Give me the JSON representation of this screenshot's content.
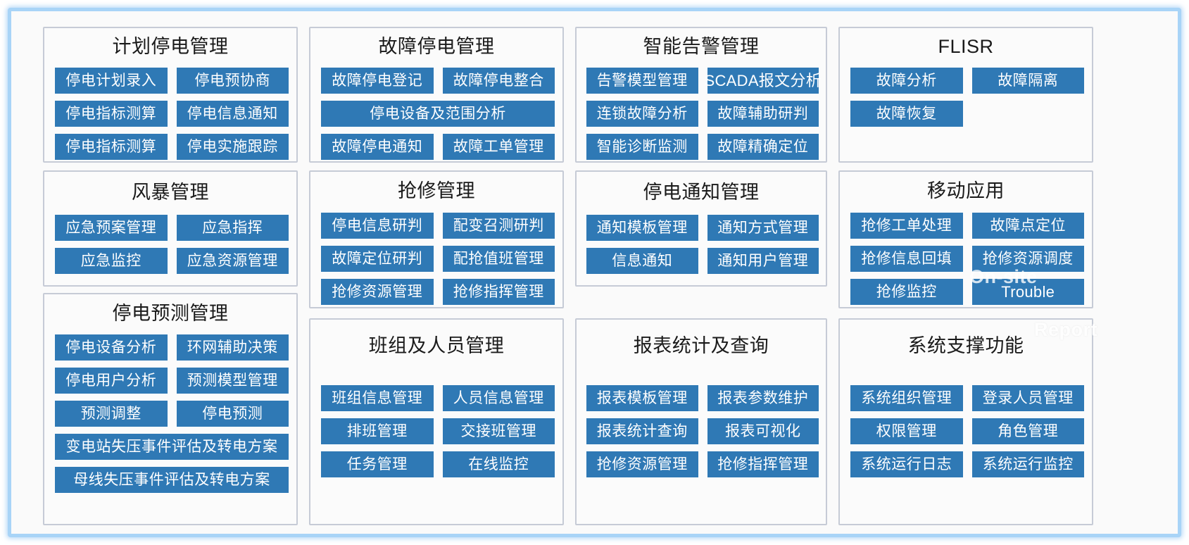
{
  "frame": {
    "accent_border": "#a8d4f7",
    "panel_border": "#c6cbd6",
    "button_color": "#2f79b5",
    "panel_bg": "#fbfbfb"
  },
  "panels": [
    {
      "id": "planned-outage-management",
      "title": "计划停电管理",
      "buttons": [
        {
          "label": "停电计划录入",
          "width": "half"
        },
        {
          "label": "停电预协商",
          "width": "half"
        },
        {
          "label": "停电指标测算",
          "width": "half"
        },
        {
          "label": "停电信息通知",
          "width": "half"
        },
        {
          "label": "停电指标测算",
          "width": "half"
        },
        {
          "label": "停电实施跟踪",
          "width": "half"
        }
      ]
    },
    {
      "id": "fault-outage-management",
      "title": "故障停电管理",
      "buttons": [
        {
          "label": "故障停电登记",
          "width": "half"
        },
        {
          "label": "故障停电整合",
          "width": "half"
        },
        {
          "label": "停电设备及范围分析",
          "width": "full"
        },
        {
          "label": "故障停电通知",
          "width": "half"
        },
        {
          "label": "故障工单管理",
          "width": "half"
        }
      ]
    },
    {
      "id": "intelligent-alarm-management",
      "title": "智能告警管理",
      "buttons": [
        {
          "label": "告警模型管理",
          "width": "half"
        },
        {
          "label": "SCADA报文分析",
          "width": "half"
        },
        {
          "label": "连锁故障分析",
          "width": "half"
        },
        {
          "label": "故障辅助研判",
          "width": "half"
        },
        {
          "label": "智能诊断监测",
          "width": "half"
        },
        {
          "label": "故障精确定位",
          "width": "half"
        }
      ]
    },
    {
      "id": "flisr",
      "title": "FLISR",
      "buttons": [
        {
          "label": "故障分析",
          "width": "half"
        },
        {
          "label": "故障隔离",
          "width": "half"
        },
        {
          "label": "故障恢复",
          "width": "half"
        }
      ]
    },
    {
      "id": "storm-management",
      "title": "风暴管理",
      "buttons": [
        {
          "label": "应急预案管理",
          "width": "half"
        },
        {
          "label": "应急指挥",
          "width": "half"
        },
        {
          "label": "应急监控",
          "width": "half"
        },
        {
          "label": "应急资源管理",
          "width": "half"
        }
      ]
    },
    {
      "id": "emergency-repair-management",
      "title": "抢修管理",
      "buttons": [
        {
          "label": "停电信息研判",
          "width": "half"
        },
        {
          "label": "配变召测研判",
          "width": "half"
        },
        {
          "label": "故障定位研判",
          "width": "half"
        },
        {
          "label": "配抢值班管理",
          "width": "half"
        },
        {
          "label": "抢修资源管理",
          "width": "half"
        },
        {
          "label": "抢修指挥管理",
          "width": "half"
        }
      ]
    },
    {
      "id": "outage-notification-management",
      "title": "停电通知管理",
      "buttons": [
        {
          "label": "通知模板管理",
          "width": "half"
        },
        {
          "label": "通知方式管理",
          "width": "half"
        },
        {
          "label": "信息通知",
          "width": "half"
        },
        {
          "label": "通知用户管理",
          "width": "half"
        }
      ]
    },
    {
      "id": "mobile-application",
      "title": "移动应用",
      "buttons": [
        {
          "label": "抢修工单处理",
          "width": "half"
        },
        {
          "label": "故障点定位",
          "width": "half"
        },
        {
          "label": "抢修信息回填",
          "width": "half"
        },
        {
          "label": "抢修资源调度",
          "width": "half"
        },
        {
          "label": "抢修监控",
          "width": "half"
        },
        {
          "label": "Trouble",
          "width": "half",
          "latin": true
        }
      ]
    },
    {
      "id": "outage-forecast-management",
      "title": "停电预测管理",
      "buttons": [
        {
          "label": "停电设备分析",
          "width": "half"
        },
        {
          "label": "环网辅助决策",
          "width": "half"
        },
        {
          "label": "停电用户分析",
          "width": "half"
        },
        {
          "label": "预测模型管理",
          "width": "half"
        },
        {
          "label": "预测调整",
          "width": "half"
        },
        {
          "label": "停电预测",
          "width": "half"
        },
        {
          "label": "变电站失压事件评估及转电方案",
          "width": "full"
        },
        {
          "label": "母线失压事件评估及转电方案",
          "width": "full"
        }
      ]
    },
    {
      "id": "team-and-personnel-management",
      "title": "班组及人员管理",
      "buttons": [
        {
          "label": "班组信息管理",
          "width": "half"
        },
        {
          "label": "人员信息管理",
          "width": "half"
        },
        {
          "label": "排班管理",
          "width": "half"
        },
        {
          "label": "交接班管理",
          "width": "half"
        },
        {
          "label": "任务管理",
          "width": "half"
        },
        {
          "label": "在线监控",
          "width": "half"
        }
      ]
    },
    {
      "id": "report-statistics-and-query",
      "title": "报表统计及查询",
      "buttons": [
        {
          "label": "报表模板管理",
          "width": "half"
        },
        {
          "label": "报表参数维护",
          "width": "half"
        },
        {
          "label": "报表统计查询",
          "width": "half"
        },
        {
          "label": "报表可视化",
          "width": "half"
        },
        {
          "label": "抢修资源管理",
          "width": "half"
        },
        {
          "label": "抢修指挥管理",
          "width": "half"
        }
      ]
    },
    {
      "id": "system-support-functions",
      "title": "系统支撑功能",
      "buttons": [
        {
          "label": "系统组织管理",
          "width": "half"
        },
        {
          "label": "登录人员管理",
          "width": "half"
        },
        {
          "label": "权限管理",
          "width": "half"
        },
        {
          "label": "角色管理",
          "width": "half"
        },
        {
          "label": "系统运行日志",
          "width": "half"
        },
        {
          "label": "系统运行监控",
          "width": "half"
        }
      ]
    }
  ],
  "overlays": [
    {
      "id": "on-site-overlay",
      "text": "On-site"
    },
    {
      "id": "report-overlay",
      "text": "Report"
    }
  ]
}
